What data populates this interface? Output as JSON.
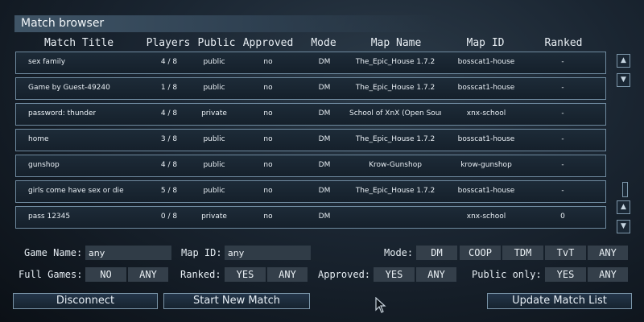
{
  "window": {
    "title": "Match browser"
  },
  "columns": [
    "Match Title",
    "Players",
    "Public",
    "Approved",
    "Mode",
    "Map Name",
    "Map ID",
    "Ranked"
  ],
  "matches": [
    {
      "title": "sex family",
      "players": "4 / 8",
      "public": "public",
      "approved": "no",
      "mode": "DM",
      "map_name": "The_Epic_House 1.7.2",
      "map_id": "bosscat1-house",
      "ranked": "-"
    },
    {
      "title": "Game by Guest-49240",
      "players": "1 / 8",
      "public": "public",
      "approved": "no",
      "mode": "DM",
      "map_name": "The_Epic_House 1.7.2",
      "map_id": "bosscat1-house",
      "ranked": "-"
    },
    {
      "title": "password: thunder",
      "players": "4 / 8",
      "public": "private",
      "approved": "no",
      "mode": "DM",
      "map_name": "School of XnX (Open Source",
      "map_id": "xnx-school",
      "ranked": "-"
    },
    {
      "title": "home",
      "players": "3 / 8",
      "public": "public",
      "approved": "no",
      "mode": "DM",
      "map_name": "The_Epic_House 1.7.2",
      "map_id": "bosscat1-house",
      "ranked": "-"
    },
    {
      "title": "gunshop",
      "players": "4 / 8",
      "public": "public",
      "approved": "no",
      "mode": "DM",
      "map_name": "Krow-Gunshop",
      "map_id": "krow-gunshop",
      "ranked": "-"
    },
    {
      "title": "girls come have sex or die",
      "players": "5 / 8",
      "public": "public",
      "approved": "no",
      "mode": "DM",
      "map_name": "The_Epic_House 1.7.2",
      "map_id": "bosscat1-house",
      "ranked": "-"
    },
    {
      "title": "pass 12345",
      "players": "0 / 8",
      "public": "private",
      "approved": "no",
      "mode": "DM",
      "map_name": "",
      "map_id": "xnx-school",
      "ranked": "0"
    }
  ],
  "scroll": {
    "up": "▲",
    "down": "▼",
    "up_icon": "triangle-up-icon",
    "down_icon": "triangle-down-icon"
  },
  "filters": {
    "game_name_label": "Game Name:",
    "game_name_value": "any",
    "map_id_label": "Map ID:",
    "map_id_value": "any",
    "mode_label": "Mode:",
    "mode_options": [
      "DM",
      "COOP",
      "TDM",
      "TvT",
      "ANY"
    ],
    "full_games_label": "Full Games:",
    "full_games_options": [
      "NO",
      "ANY"
    ],
    "ranked_label": "Ranked:",
    "ranked_options": [
      "YES",
      "ANY"
    ],
    "approved_label": "Approved:",
    "approved_options": [
      "YES",
      "ANY"
    ],
    "public_only_label": "Public only:",
    "public_only_options": [
      "YES",
      "ANY"
    ]
  },
  "buttons": {
    "disconnect": "Disconnect",
    "start_new_match": "Start New Match",
    "update_match_list": "Update Match List"
  }
}
